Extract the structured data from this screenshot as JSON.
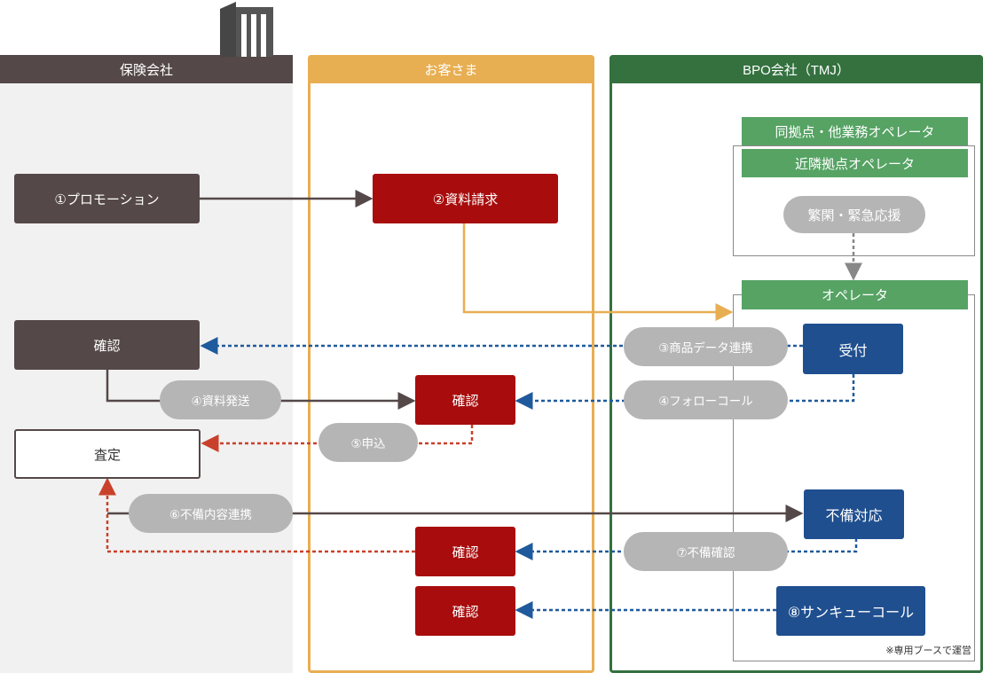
{
  "lanes": {
    "insurer": "保険会社",
    "customer": "お客さま",
    "bpo": "BPO会社（TMJ）"
  },
  "groups": {
    "same_site": "同拠点・他業務オペレータ",
    "nearby_site": "近隣拠点オペレータ",
    "busy_emergency": "繁閑・緊急応援",
    "operator": "オペレータ"
  },
  "insurer_boxes": {
    "promotion": "①プロモーション",
    "confirm": "確認",
    "assessment": "査定"
  },
  "customer_boxes": {
    "request": "②資料請求",
    "confirm1": "確認",
    "confirm2": "確認",
    "confirm3": "確認"
  },
  "bpo_boxes": {
    "reception": "受付",
    "deficiency": "不備対応",
    "thankyou": "⑧サンキューコール"
  },
  "labels": {
    "product_data": "③商品データ連携",
    "send_docs": "④資料発送",
    "follow_call": "④フォローコール",
    "apply": "⑤申込",
    "deficiency_link": "⑥不備内容連携",
    "deficiency_check": "⑦不備確認"
  },
  "note": "※専用ブースで運営",
  "colors": {
    "insurer": "#554848",
    "customer": "#e8ae52",
    "bpo": "#34713f",
    "red": "#a80c0c",
    "blue": "#1f4f8f",
    "dotted_blue": "#1f5a9c",
    "dotted_red": "#c9412b",
    "gray_pill": "#b5b5b5"
  },
  "icons": {
    "insurer": "building-icon"
  }
}
